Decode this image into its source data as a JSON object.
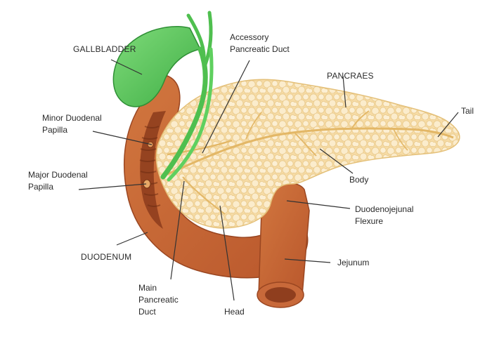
{
  "labels": {
    "gallbladder": "GALLBLADDER",
    "accessory_duct": "Accessory\nPancreatic Duct",
    "pancreas": "PANCRAES",
    "tail": "Tail",
    "minor_papilla": "Minor Duodenal\nPapilla",
    "major_papilla": "Major Duodenal\nPapilla",
    "body": "Body",
    "duodenojejunal_flexure": "Duodenojejunal\nFlexure",
    "duodenum": "DUODENUM",
    "jejunum": "Jejunum",
    "main_duct": "Main\nPancreatic\nDuct",
    "head": "Head"
  },
  "colors": {
    "gallbladder": "#5cc85c",
    "bile_duct": "#4fbf4f",
    "duodenum": "#c8693a",
    "duodenum_dark": "#8f3e1e",
    "pancreas": "#f7dfae",
    "pancreas_lobule": "#fbedcf",
    "pancreatic_duct": "#e3b766",
    "leader": "#333333"
  }
}
